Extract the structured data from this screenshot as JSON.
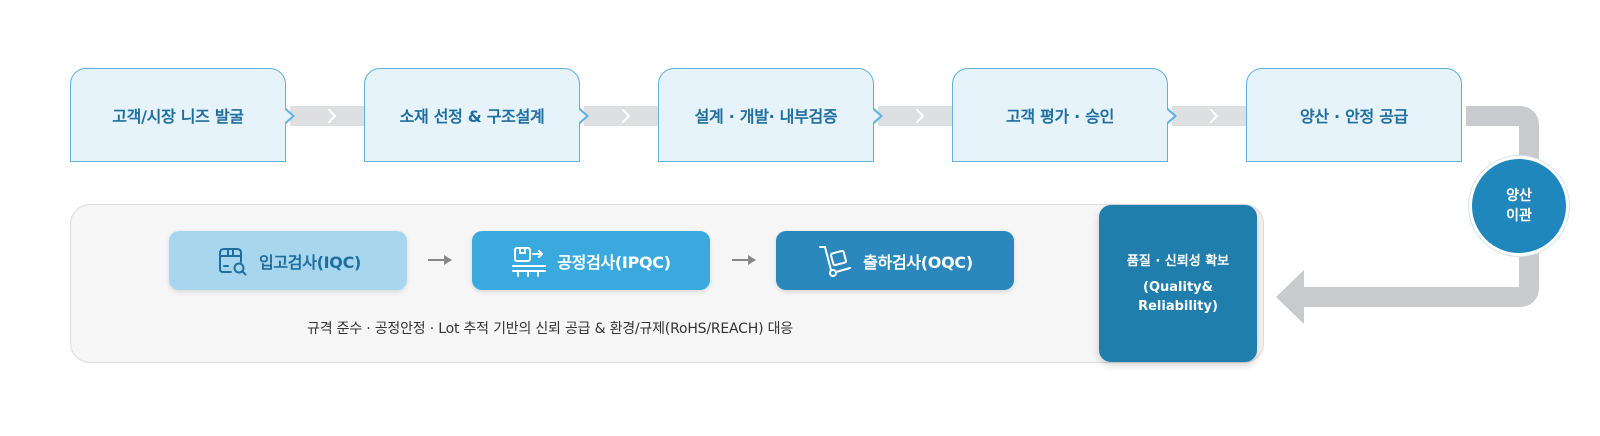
{
  "process": {
    "stages": [
      {
        "label": "고객/시장 니즈 발굴"
      },
      {
        "label": "소재 선정 & 구조설계"
      },
      {
        "label": "설계 · 개발· 내부검증"
      },
      {
        "label": "고객 평가 · 승인"
      },
      {
        "label": "양산 · 안정 공급"
      }
    ],
    "transfer": {
      "line1": "양산",
      "line2": "이관"
    }
  },
  "quality_panel": {
    "inspections": [
      {
        "label": "입고검사(IQC)",
        "icon": "box-search-icon"
      },
      {
        "label": "공정검사(IPQC)",
        "icon": "conveyor-icon"
      },
      {
        "label": "출하검사(OQC)",
        "icon": "hand-truck-icon"
      }
    ],
    "description": "규격 준수 · 공정안정 · Lot 추적 기반의 신뢰 공급 & 환경/규제(RoHS/REACH) 대응",
    "assurance": {
      "line1": "품질 · 신뢰성 확보",
      "line2": "(Quality&",
      "line3": "Reliability)"
    }
  },
  "colors": {
    "stage_fill": "#e6f3fb",
    "stage_border": "#5cb3dc",
    "stage_text": "#1e6f9f",
    "connector": "#cfd0d3",
    "transfer_circle": "#1f87bc",
    "iqc": "#a9d6ef",
    "ipqc": "#3aa9dd",
    "oqc": "#2a88bc",
    "assurance": "#1f7eab"
  }
}
